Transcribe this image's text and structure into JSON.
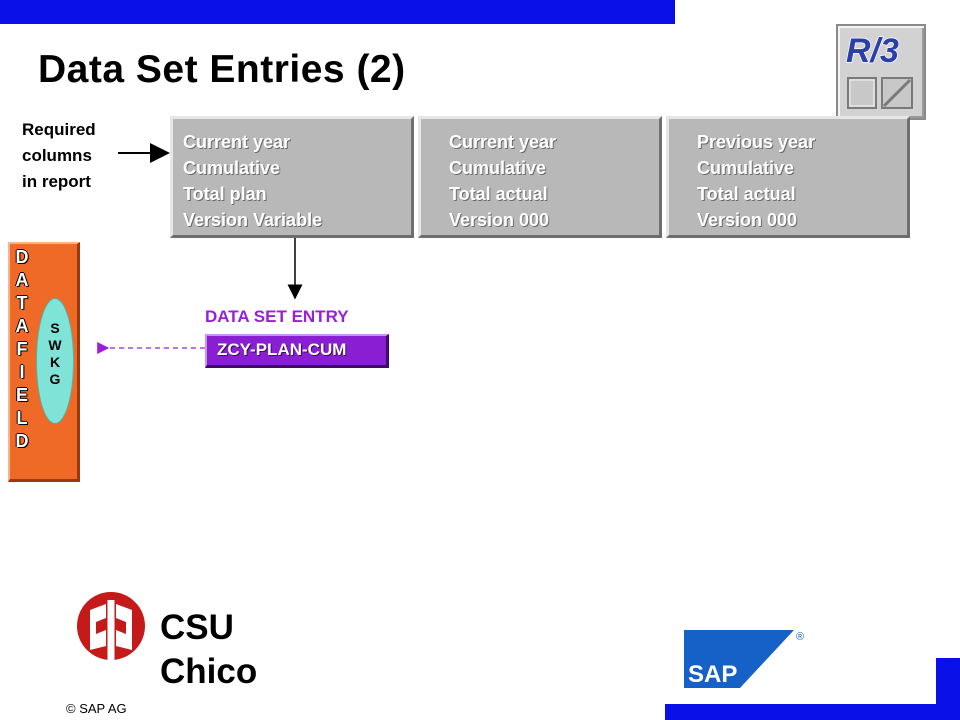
{
  "slide": {
    "title": "Data Set Entries (2)",
    "required_label": [
      "Required",
      "columns",
      "in report"
    ],
    "columns": [
      {
        "lines": [
          "Current year",
          "Cumulative",
          "Total plan",
          "Version Variable"
        ]
      },
      {
        "lines": [
          "Current year",
          "Cumulative",
          "Total actual",
          "Version 000"
        ]
      },
      {
        "lines": [
          "Previous year",
          "Cumulative",
          "Total actual",
          "Version 000"
        ]
      }
    ],
    "datafield_letters": [
      "D",
      "A",
      "T",
      "A",
      "F",
      "I",
      "E",
      "L",
      "D"
    ],
    "swkg_letters": [
      "S",
      "W",
      "K",
      "G"
    ],
    "entry_label": "DATA SET ENTRY",
    "entry_button": "ZCY-PLAN-CUM"
  },
  "branding": {
    "r3_logo_text": "R/3",
    "csu": [
      "CSU",
      "Chico"
    ],
    "copyright": "© SAP AG",
    "sap_logo_text": "SAP",
    "registered": "®"
  },
  "colors": {
    "top_bar": "#0a10e8",
    "column_box": "#b8b8b8",
    "datafield": "#ef6a26",
    "swkg_oval": "#7fe3d8",
    "entry_label": "#9a1fd8",
    "entry_button": "#8a1ed2",
    "csu_red": "#c41a1a",
    "sap_blue": "#1661c7"
  }
}
